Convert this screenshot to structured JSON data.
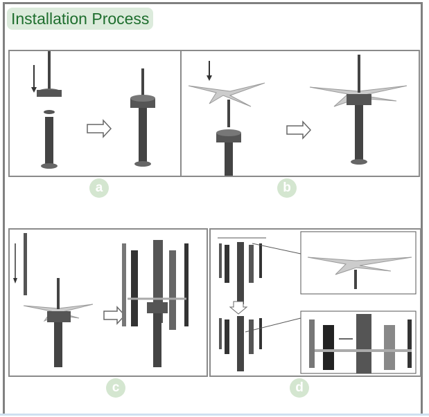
{
  "title": "Installation Process",
  "steps": [
    {
      "label": "a"
    },
    {
      "label": "b"
    },
    {
      "label": "c"
    },
    {
      "label": "d"
    }
  ]
}
